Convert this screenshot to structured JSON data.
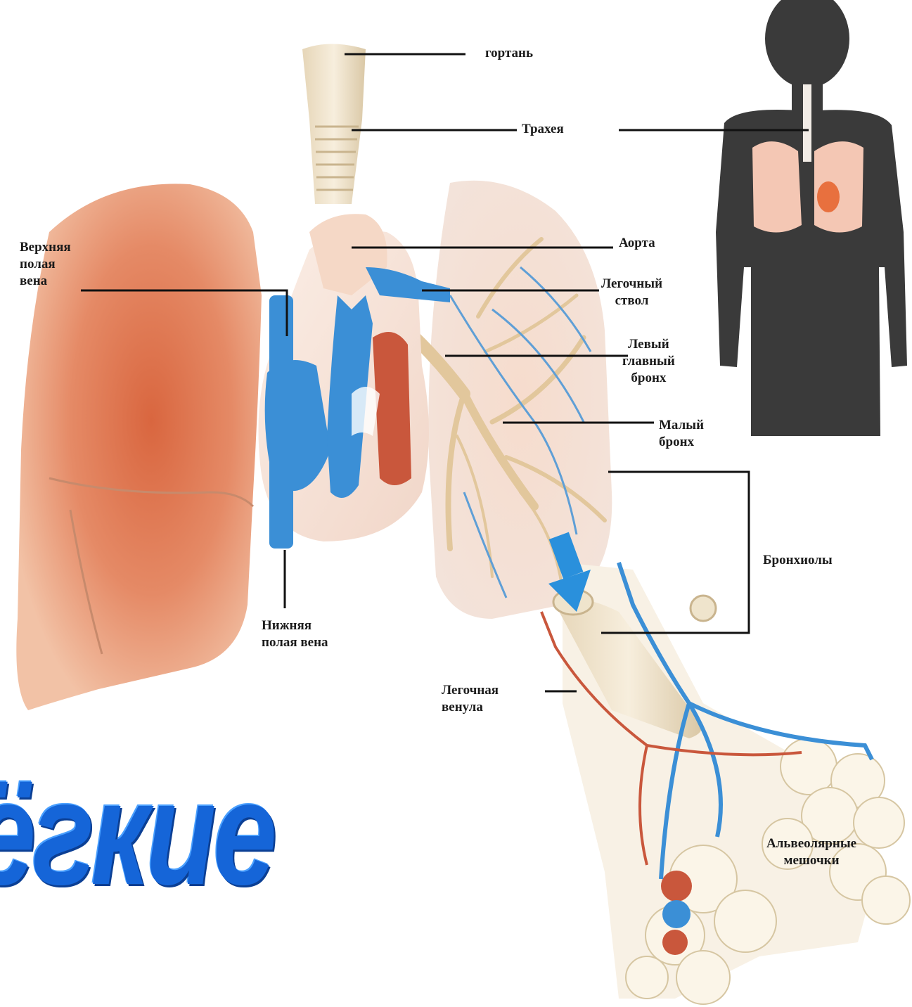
{
  "title": "ёгкие",
  "labels": {
    "gortan": "гортань",
    "trakheya": "Трахея",
    "aorta": "Аорта",
    "verkhnyaya_vena": [
      "Верхняя",
      "полая",
      "вена"
    ],
    "legochny_stvol": [
      "Легочный",
      "ствол"
    ],
    "levy_bronkh": [
      "Левый",
      "главный",
      "бронх"
    ],
    "maly_bronkh": [
      "Малый",
      "бронх"
    ],
    "bronkhioly": "Бронхиолы",
    "nizhnyaya_vena": [
      "Нижняя",
      "полая вена"
    ],
    "legochnaya_venula": [
      "Легочная",
      "венула"
    ],
    "alveolyarnye": [
      "Альвеолярные",
      "мешочки"
    ]
  },
  "colors": {
    "title_blue": "#1565d8",
    "lung_tissue": "#eaa07c",
    "lung_core": "#d9663f",
    "vein_blue": "#3b8fd6",
    "artery_red": "#c9573c",
    "silhouette": "#3a3a3a",
    "leader_line": "#111111"
  }
}
